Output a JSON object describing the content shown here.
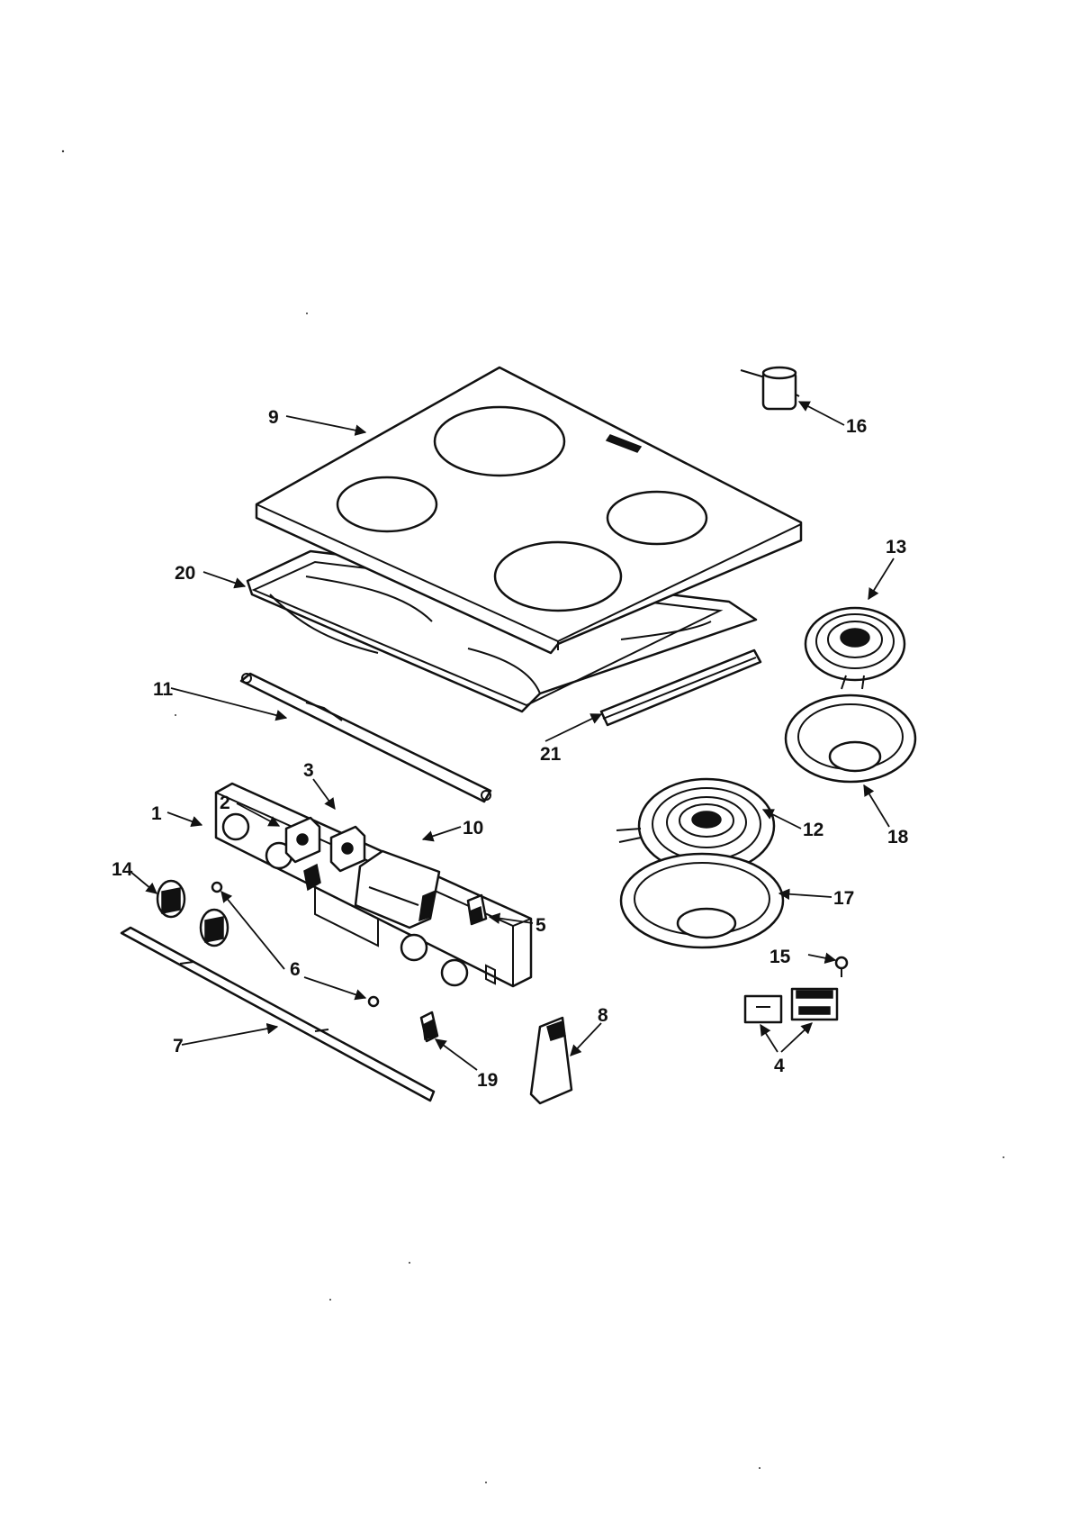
{
  "colors": {
    "ink": "#111111",
    "paper": "#ffffff"
  },
  "callouts": {
    "c1": "1",
    "c2": "2",
    "c3": "3",
    "c4": "4",
    "c5": "5",
    "c6": "6",
    "c7": "7",
    "c8": "8",
    "c9": "9",
    "c10": "10",
    "c11": "11",
    "c12": "12",
    "c13": "13",
    "c14": "14",
    "c15": "15",
    "c16": "16",
    "c17": "17",
    "c18": "18",
    "c19": "19",
    "c20": "20",
    "c21": "21"
  }
}
